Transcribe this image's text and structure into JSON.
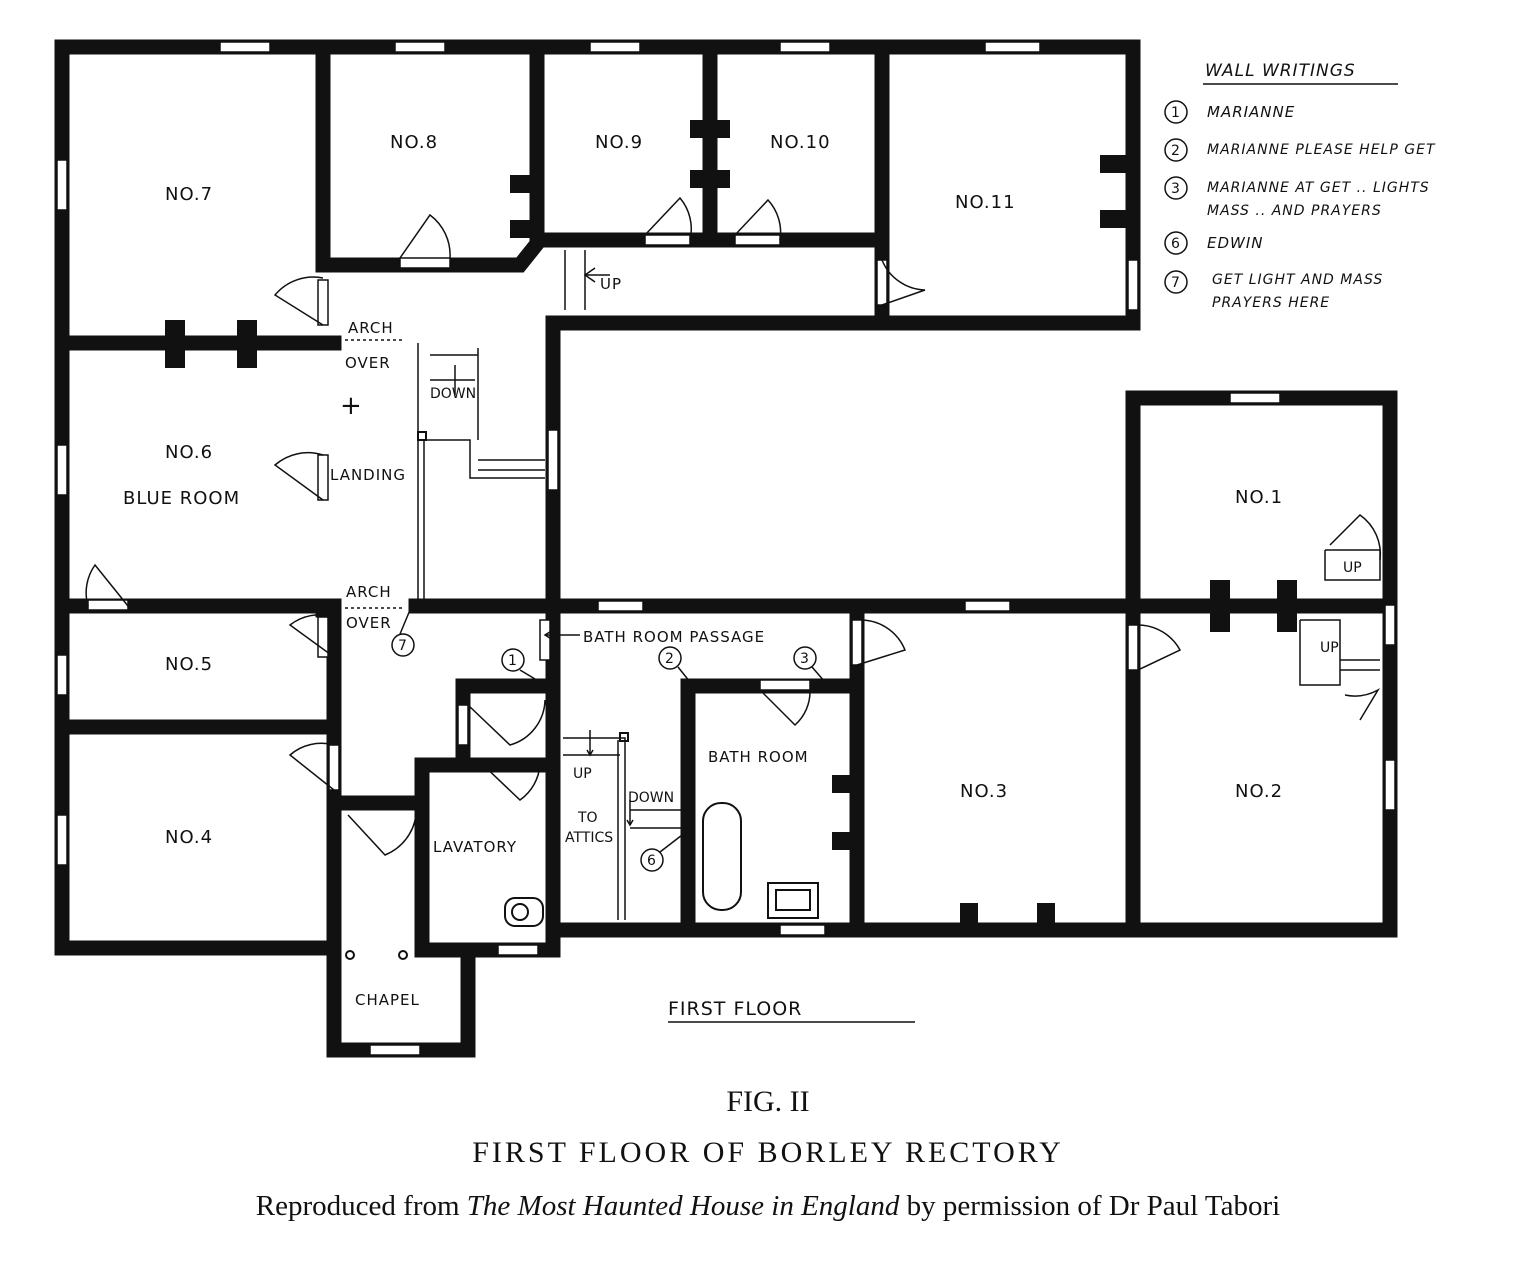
{
  "rooms": {
    "no7": "NO.7",
    "no8": "NO.8",
    "no9": "NO.9",
    "no10": "NO.10",
    "no11": "NO.11",
    "no6": "NO.6",
    "blue_room": "BLUE ROOM",
    "no5": "NO.5",
    "no4": "NO.4",
    "no1": "NO.1",
    "no2": "NO.2",
    "no3": "NO.3",
    "bathroom": "BATH ROOM",
    "lavatory": "LAVATORY",
    "chapel": "CHAPEL"
  },
  "labels": {
    "arch1": "ARCH",
    "over1": "OVER",
    "arch2": "ARCH",
    "over2": "OVER",
    "landing": "LANDING",
    "cross": "+",
    "down_stairs": "DOWN",
    "up_top": "UP",
    "bath_passage": "BATH ROOM PASSAGE",
    "up_mid": "UP",
    "down_mid": "DOWN",
    "to": "TO",
    "attics": "ATTICS",
    "up_right": "UP",
    "up_right2": "UP",
    "floor_name": "FIRST FLOOR"
  },
  "markers": {
    "m1": "1",
    "m2": "2",
    "m3": "3",
    "m6": "6",
    "m7": "7"
  },
  "legend": {
    "title": "WALL WRITINGS",
    "items": [
      {
        "num": "1",
        "text": "MARIANNE"
      },
      {
        "num": "2",
        "text": "MARIANNE PLEASE HELP GET"
      },
      {
        "num": "3",
        "text": "MARIANNE AT GET .. LIGHTS"
      },
      {
        "num": "",
        "text": "MASS .. AND PRAYERS"
      },
      {
        "num": "6",
        "text": "EDWIN"
      },
      {
        "num": "7",
        "text": "GET LIGHT AND MASS"
      },
      {
        "num": "",
        "text": "PRAYERS HERE"
      }
    ]
  },
  "caption": {
    "fig": "FIG. II",
    "title": "FIRST FLOOR OF BORLEY RECTORY",
    "credit_prefix": "Reproduced from ",
    "credit_book": "The Most Haunted House in England",
    "credit_suffix": " by permission of Dr Paul Tabori"
  }
}
